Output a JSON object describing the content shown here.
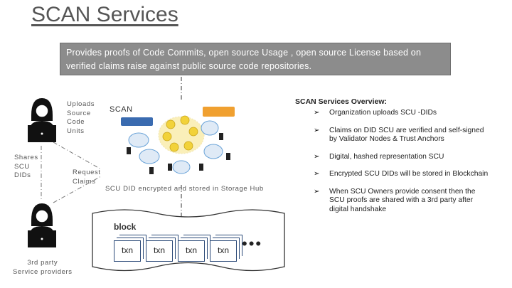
{
  "title": "SCAN Services",
  "banner": "Provides proofs of Code Commits, open source Usage , open source License based on verified claims raise against public source code repositories.",
  "labels": {
    "uploads": [
      "Uploads",
      "Source",
      "Code",
      "Units"
    ],
    "shares": [
      "Shares",
      "SCU",
      "DIDs"
    ],
    "request": [
      "Request",
      "Claims"
    ],
    "third_party": [
      "3rd party",
      "Service providers"
    ]
  },
  "scan_logo": "SCAN",
  "scan_note": "SCU DID encrypted and stored in Storage Hub",
  "overview": {
    "title": "SCAN Services Overview:",
    "items": [
      "Organization uploads SCU -DIDs",
      "Claims on DID SCU are verified and self-signed by Validator Nodes & Trust Anchors",
      "Digital, hashed representation SCU",
      "Encrypted SCU DIDs will be stored in Blockchain",
      "When SCU Owners provide consent then the SCU proofs are shared with a 3rd party after digital handshake"
    ]
  },
  "blockchain": {
    "block_label": "block",
    "txns": [
      "txn",
      "txn",
      "txn",
      "txn"
    ],
    "more": "•••"
  },
  "icons": [
    "user-laptop-icon",
    "user-laptop-icon",
    "node-cluster-icon",
    "server-icon"
  ],
  "colors": {
    "banner_bg": "#8c8c8c",
    "node_blue": "#6aa3d8",
    "node_yellow": "#f2d23a",
    "txn_border": "#2b4a78"
  }
}
